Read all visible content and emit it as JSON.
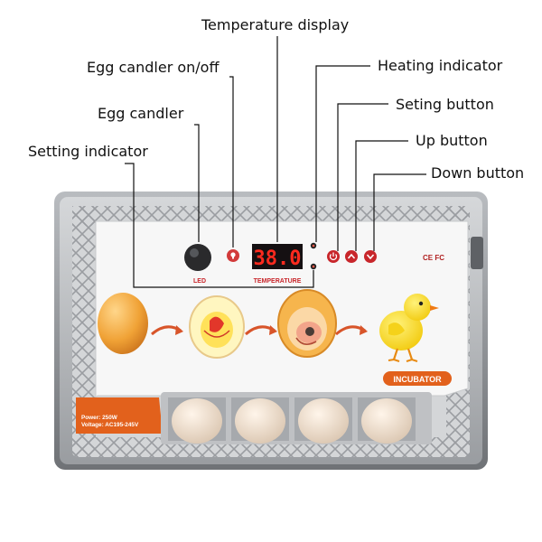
{
  "callouts": {
    "temperature_display": "Temperature display",
    "egg_candler_onoff": "Egg candler on/off",
    "heating_indicator": "Heating indicator",
    "setting_button": "Seting button",
    "egg_candler": "Egg candler",
    "up_button": "Up button",
    "setting_indicator": "Setting indicator",
    "down_button": "Down button"
  },
  "panel": {
    "display_value": "38.0",
    "led_label": "LED",
    "temperature_label": "TEMPERATURE",
    "certification": "CE FC",
    "brand_badge": "INCUBATOR"
  },
  "spec_plate": {
    "power": "Power: 250W",
    "voltage": "Voltage: AC195-245V"
  },
  "colors": {
    "case_gray": "#8a8d91",
    "panel_white": "#f7f7f7",
    "display_red": "#ff2a1e",
    "accent_orange": "#e2611c",
    "button_red": "#c8262b"
  },
  "icons": {
    "setting_button": "power-icon",
    "up_button": "chevron-up-icon",
    "down_button": "chevron-down-icon",
    "candler_switch": "bulb-icon"
  }
}
